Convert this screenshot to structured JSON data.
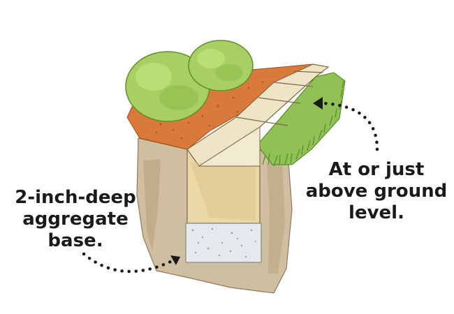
{
  "labels": {
    "aggregate_base": {
      "lines": [
        "2-inch-deep",
        "aggregate",
        "base."
      ]
    },
    "ground_level": {
      "lines": [
        "At or just",
        "above ground",
        "level."
      ]
    }
  },
  "colors": {
    "soil": "#c9b79a",
    "soil_dark": "#a8916f",
    "mulch": "#d97a3a",
    "stone_face": "#ecdcae",
    "stone_top": "#f3ead2",
    "gravel": "#e6e9ec",
    "shrub": "#a8cf62",
    "grass": "#7fb24a",
    "text": "#1a1a1a"
  }
}
